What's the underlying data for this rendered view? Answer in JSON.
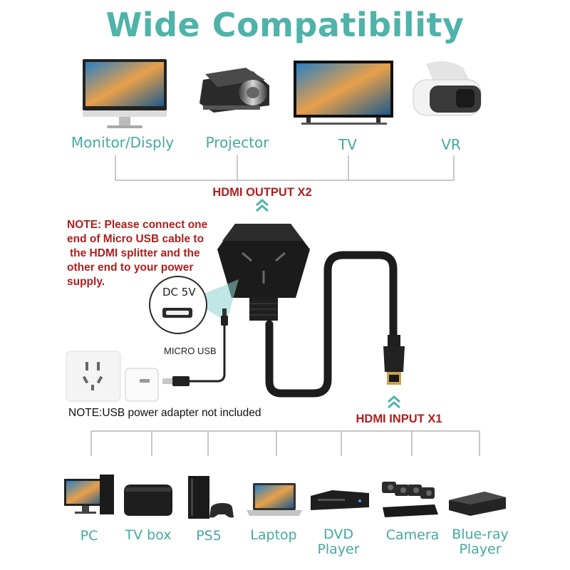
{
  "title": "Wide Compatibility",
  "outputs": {
    "label": "HDMI OUTPUT X2",
    "devices": [
      {
        "name": "Monitor/Disply",
        "icon": "monitor-icon"
      },
      {
        "name": "Projector",
        "icon": "projector-icon"
      },
      {
        "name": "TV",
        "icon": "tv-icon"
      },
      {
        "name": "VR",
        "icon": "vr-headset-icon"
      }
    ]
  },
  "note_power": {
    "lines": [
      "NOTE: Please connect one",
      "end of Micro USB cable to",
      "the HDMI splitter and the",
      "other end to your power",
      "supply."
    ]
  },
  "dc_port_label": "DC 5V",
  "micro_usb_label": "MICRO USB",
  "note_adapter": "NOTE:USB power adapter not included",
  "inputs": {
    "label": "HDMI INPUT X1",
    "devices": [
      {
        "name": "PC",
        "icon": "pc-icon"
      },
      {
        "name": "TV box",
        "icon": "tv-box-icon"
      },
      {
        "name": "PS5",
        "icon": "ps5-icon"
      },
      {
        "name": "Laptop",
        "icon": "laptop-icon"
      },
      {
        "name": "DVD Player",
        "line1": "DVD",
        "line2": "Player",
        "icon": "dvd-player-icon"
      },
      {
        "name": "Camera",
        "icon": "camera-icon"
      },
      {
        "name": "Blue-ray Player",
        "line1": "Blue-ray",
        "line2": "Player",
        "icon": "blu-ray-player-icon"
      }
    ]
  },
  "colors": {
    "accent": "#4fb3a9",
    "note_red": "#b01e1e",
    "bracket_gray": "#b5b5b5"
  }
}
